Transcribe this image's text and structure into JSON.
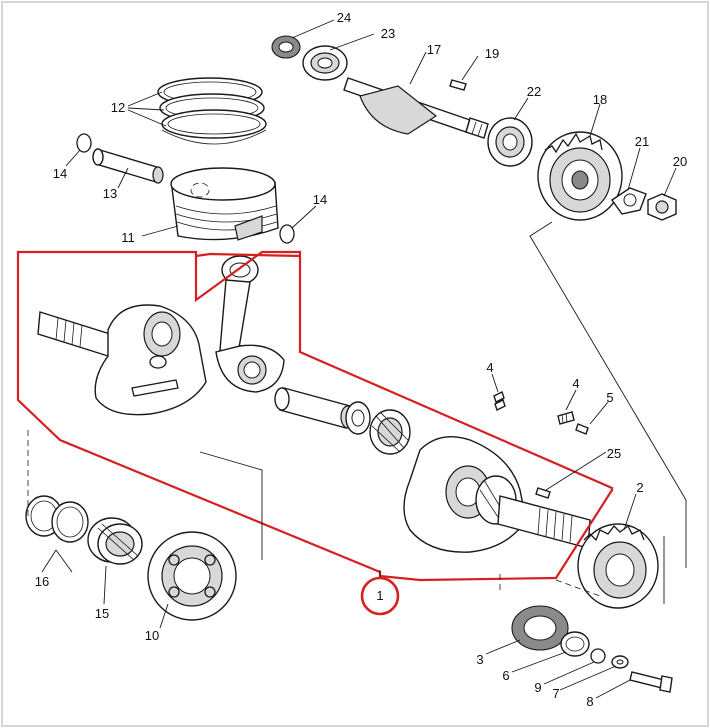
{
  "callouts": {
    "c1": "1",
    "c2": "2",
    "c3": "3",
    "c4a": "4",
    "c4b": "4",
    "c5": "5",
    "c6": "6",
    "c7": "7",
    "c8": "8",
    "c9": "9",
    "c10": "10",
    "c11": "11",
    "c12": "12",
    "c13": "13",
    "c14a": "14",
    "c14b": "14",
    "c15": "15",
    "c16": "16",
    "c17": "17",
    "c18": "18",
    "c19": "19",
    "c20": "20",
    "c21": "21",
    "c22": "22",
    "c23": "23",
    "c24": "24",
    "c25": "25"
  },
  "colors": {
    "highlight": "#d42020",
    "line": "#1a1a1a",
    "border": "#c8c8c8"
  }
}
